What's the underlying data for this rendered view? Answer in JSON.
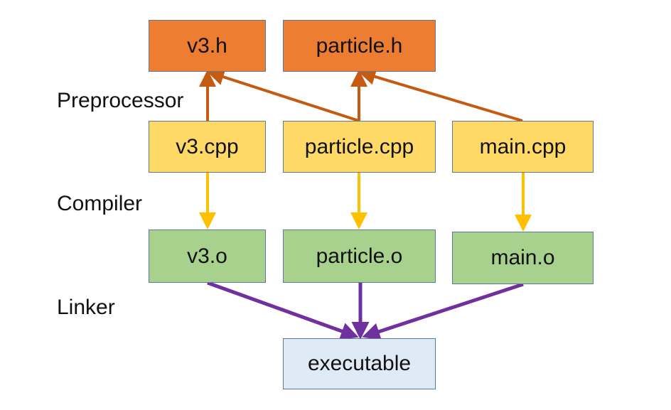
{
  "stages": {
    "preprocessor": "Preprocessor",
    "compiler": "Compiler",
    "linker": "Linker"
  },
  "nodes": {
    "v3_h": "v3.h",
    "particle_h": "particle.h",
    "v3_cpp": "v3.cpp",
    "particle_cpp": "particle.cpp",
    "main_cpp": "main.cpp",
    "v3_o": "v3.o",
    "particle_o": "particle.o",
    "main_o": "main.o",
    "executable": "executable"
  },
  "colors": {
    "header": "#ed7d31",
    "source": "#ffd966",
    "object": "#a9d18e",
    "executable": "#deebf7",
    "preprocessor_arrow": "#c55a11",
    "compiler_arrow": "#ffc000",
    "linker_arrow": "#7030a0"
  }
}
